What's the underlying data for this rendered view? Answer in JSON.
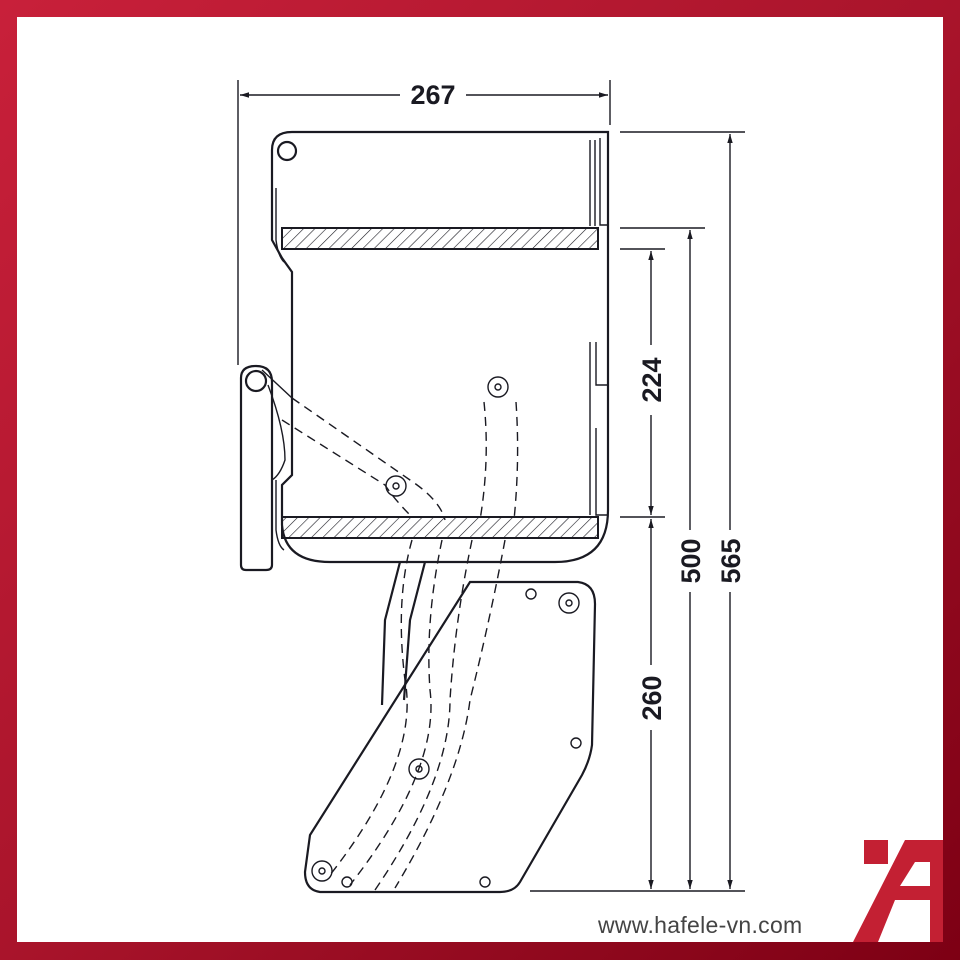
{
  "dimensions": {
    "width_top": "267",
    "shelf_gap": "224",
    "lower_height": "260",
    "mid_height": "500",
    "total_height": "565"
  },
  "footer": {
    "website": "www.hafele-vn.com"
  },
  "logo": {
    "text": "Ä",
    "color": "#c32033"
  },
  "colors": {
    "frame": "#b3152c",
    "line": "#1a1a22"
  }
}
